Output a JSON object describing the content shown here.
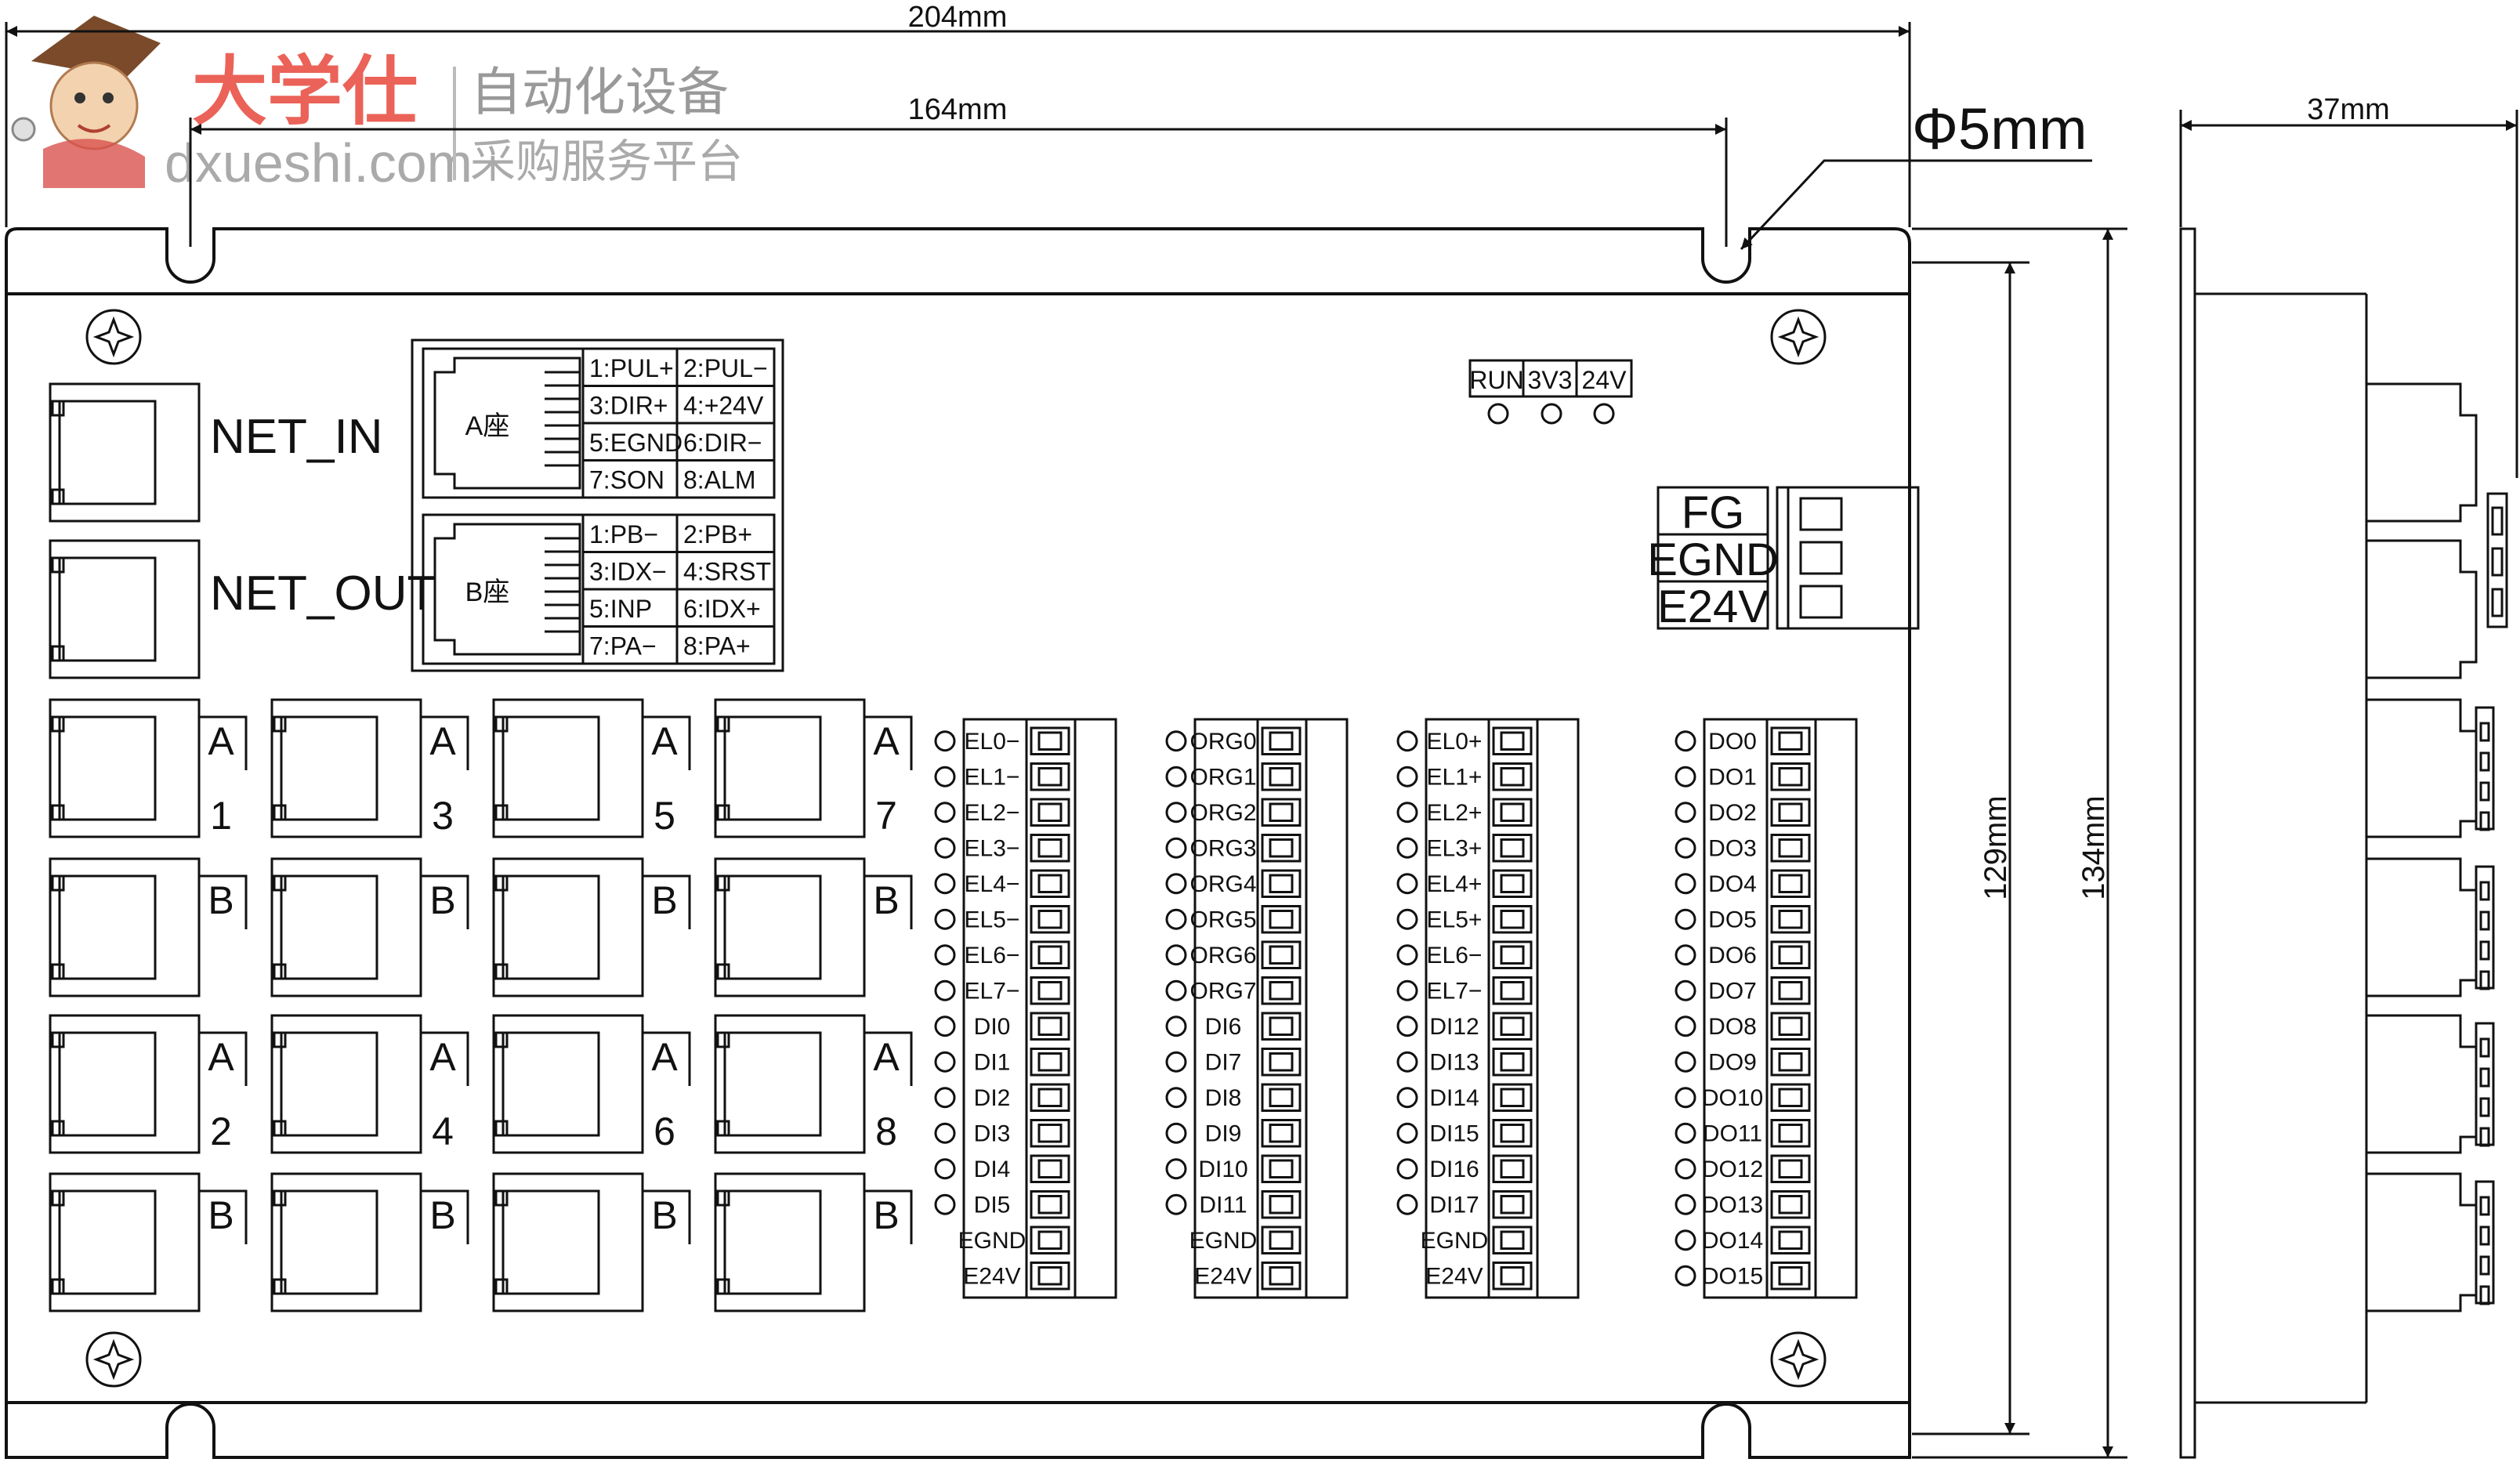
{
  "watermark": {
    "brand_cn": "大学仕",
    "brand_domain": "dxueshi.com",
    "tagline_1": "自动化设备",
    "tagline_2": "采购服务平台"
  },
  "dimensions": {
    "overall_width": "204mm",
    "hole_spacing": "164mm",
    "hole_diameter": "Φ5mm",
    "side_depth": "37mm",
    "inner_height": "129mm",
    "overall_height": "134mm"
  },
  "leds": [
    "RUN",
    "3V3",
    "24V"
  ],
  "power_terminal": [
    "FG",
    "EGND",
    "E24V"
  ],
  "network_ports": [
    "NET_IN",
    "NET_OUT"
  ],
  "pin_tables": [
    {
      "seat_label": "A座",
      "pins": [
        "1:PUL+",
        "2:PUL−",
        "3:DIR+",
        "4:+24V",
        "5:EGND",
        "6:DIR−",
        "7:SON",
        "8:ALM"
      ]
    },
    {
      "seat_label": "B座",
      "pins": [
        "1:PB−",
        "2:PB+",
        "3:IDX−",
        "4:SRST",
        "5:INP",
        "6:IDX+",
        "7:PA−",
        "8:PA+"
      ]
    }
  ],
  "axis_ports": {
    "port_a": "A",
    "port_b": "B",
    "axis_numbers": [
      "1",
      "3",
      "5",
      "7",
      "2",
      "4",
      "6",
      "8"
    ]
  },
  "terminal_blocks": [
    [
      "EL0−",
      "EL1−",
      "EL2−",
      "EL3−",
      "EL4−",
      "EL5−",
      "EL6−",
      "EL7−",
      "DI0",
      "DI1",
      "DI2",
      "DI3",
      "DI4",
      "DI5",
      "EGND",
      "E24V"
    ],
    [
      "ORG0",
      "ORG1",
      "ORG2",
      "ORG3",
      "ORG4",
      "ORG5",
      "ORG6",
      "ORG7",
      "DI6",
      "DI7",
      "DI8",
      "DI9",
      "DI10",
      "DI11",
      "EGND",
      "E24V"
    ],
    [
      "EL0+",
      "EL1+",
      "EL2+",
      "EL3+",
      "EL4+",
      "EL5+",
      "EL6−",
      "EL7−",
      "DI12",
      "DI13",
      "DI14",
      "DI15",
      "DI16",
      "DI17",
      "EGND",
      "E24V"
    ],
    [
      "DO0",
      "DO1",
      "DO2",
      "DO3",
      "DO4",
      "DO5",
      "DO6",
      "DO7",
      "DO8",
      "DO9",
      "DO10",
      "DO11",
      "DO12",
      "DO13",
      "DO14",
      "DO15"
    ]
  ]
}
